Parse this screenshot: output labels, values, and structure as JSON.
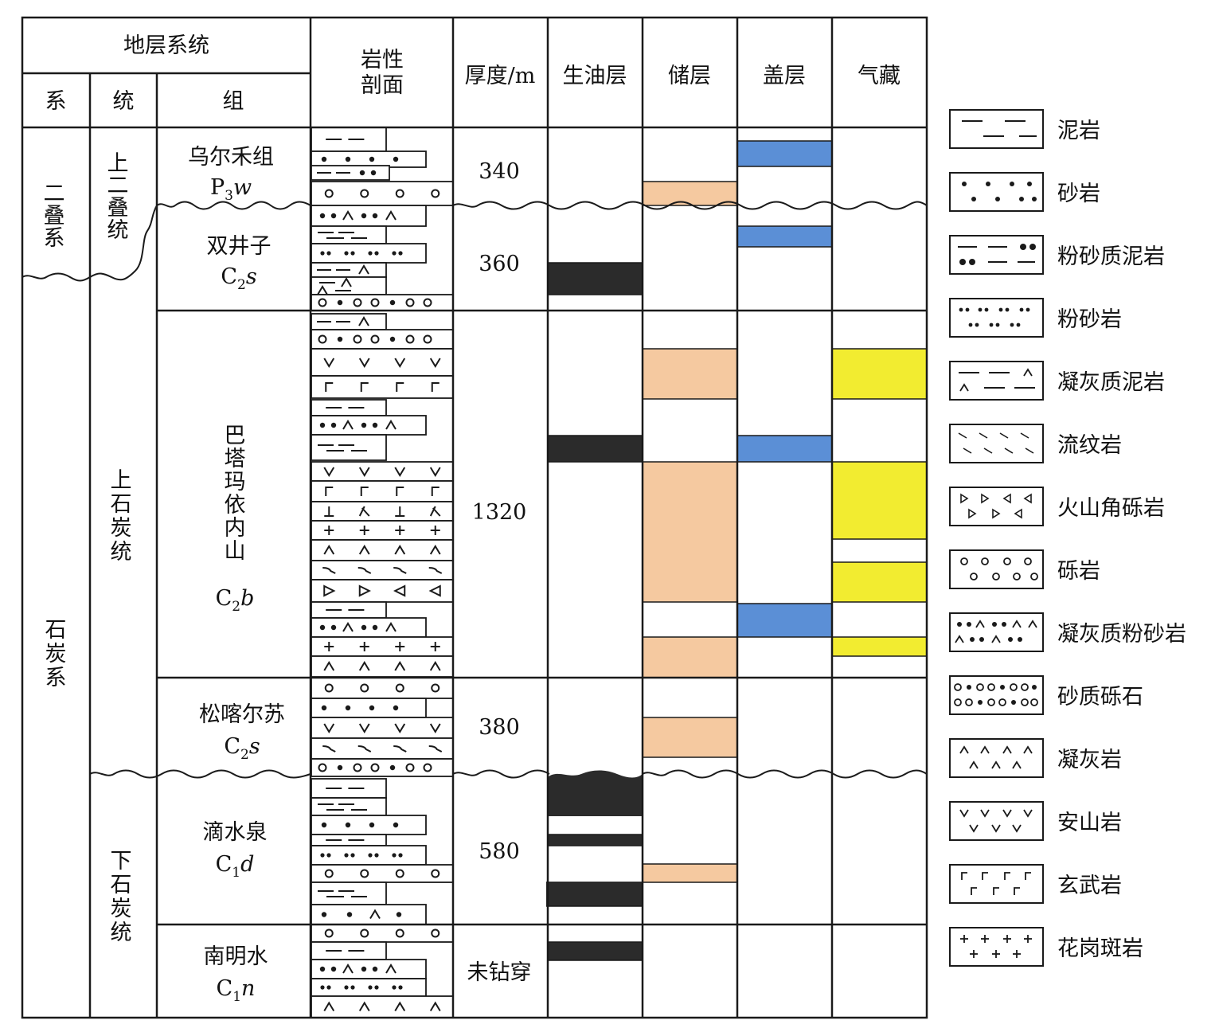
{
  "header": {
    "strata_system": "地层系统",
    "system": "系",
    "series": "统",
    "formation": "组",
    "lithology_profile": [
      "岩性",
      "剖面"
    ],
    "thickness": "厚度/m",
    "source_rock": "生油层",
    "reservoir": "储层",
    "cap_rock": "盖层",
    "gas_reservoir": "气藏"
  },
  "systems": [
    "二叠系",
    "石炭系"
  ],
  "series_labels": [
    "上二叠统",
    "上石炭统",
    "下石炭统"
  ],
  "formations": [
    {
      "name": "乌尔禾组",
      "code": [
        "P",
        "3",
        "w"
      ],
      "thickness": "340"
    },
    {
      "name": "双井子",
      "code": [
        "C",
        "2",
        "s"
      ],
      "thickness": "360"
    },
    {
      "name": "巴塔玛依内山",
      "code": [
        "C",
        "2",
        "b"
      ],
      "thickness": "1320"
    },
    {
      "name": "松喀尔苏",
      "code": [
        "C",
        "2",
        "s"
      ],
      "thickness": "380"
    },
    {
      "name": "滴水泉",
      "code": [
        "C",
        "1",
        "d"
      ],
      "thickness": "580"
    },
    {
      "name": "南明水",
      "code": [
        "C",
        "1",
        "n"
      ],
      "thickness": "未钻穿"
    }
  ],
  "legend": [
    {
      "key": "mud",
      "label": "泥岩"
    },
    {
      "key": "sand",
      "label": "砂岩"
    },
    {
      "key": "silty_mud",
      "label": "粉砂质泥岩"
    },
    {
      "key": "silt",
      "label": "粉砂岩"
    },
    {
      "key": "tuff_mud",
      "label": "凝灰质泥岩"
    },
    {
      "key": "rhyolite",
      "label": "流纹岩"
    },
    {
      "key": "breccia",
      "label": "火山角砾岩"
    },
    {
      "key": "conglomerate",
      "label": "砾岩"
    },
    {
      "key": "tuff_silt",
      "label": "凝灰质粉砂岩"
    },
    {
      "key": "sandy_gravel",
      "label": "砂质砾石"
    },
    {
      "key": "tuff",
      "label": "凝灰岩"
    },
    {
      "key": "andesite",
      "label": "安山岩"
    },
    {
      "key": "basalt",
      "label": "玄武岩"
    },
    {
      "key": "granite_porphyry",
      "label": "花岗斑岩"
    }
  ],
  "colors": {
    "source_rock": "#2b2b2b",
    "reservoir": "#f5c9a0",
    "cap_rock": "#5b8fd6",
    "gas": "#f2ec30",
    "line": "#1a1a1a"
  }
}
